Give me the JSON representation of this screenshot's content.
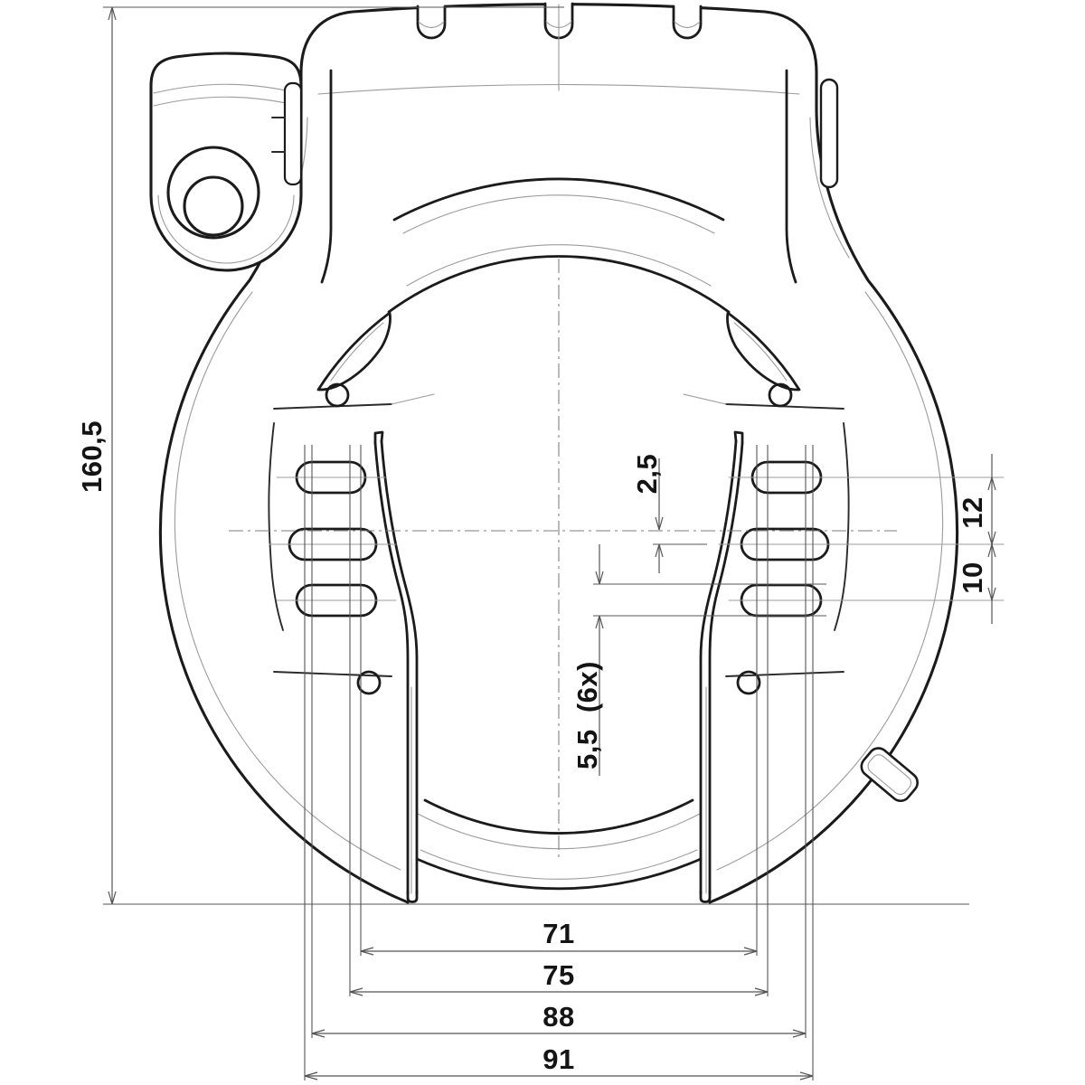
{
  "drawing": {
    "type": "technical-drawing",
    "subject": "bicycle frame ring lock, front view with mounting dimensions",
    "units": "mm",
    "parts": [
      "lock-body",
      "key-cylinder",
      "mounting-slots",
      "shackle-channel",
      "mounting-legs"
    ],
    "colors": {
      "background": "#ffffff",
      "outline": "#1b1b1b",
      "thin_edge": "#9b9b9b",
      "dimension_lines": "#555555",
      "dimension_text": "#141414"
    },
    "dimensions": {
      "overall_height": {
        "label": "160,5",
        "value": 160.5,
        "orientation": "vertical",
        "side": "left"
      },
      "center_offset": {
        "label": "2,5",
        "value": 2.5,
        "orientation": "vertical",
        "side": "center"
      },
      "row_gap_upper": {
        "label": "12",
        "value": 12,
        "orientation": "vertical",
        "side": "right"
      },
      "row_gap_lower": {
        "label": "10",
        "value": 10,
        "orientation": "vertical",
        "side": "right"
      },
      "slot_width": {
        "label": "5,5  (6x)",
        "value": 5.5,
        "count": 6,
        "orientation": "vertical",
        "side": "center"
      },
      "width_inner": {
        "label": "71",
        "value": 71,
        "orientation": "horizontal",
        "side": "bottom"
      },
      "width_mid": {
        "label": "75",
        "value": 75,
        "orientation": "horizontal",
        "side": "bottom"
      },
      "width_outer": {
        "label": "88",
        "value": 88,
        "orientation": "horizontal",
        "side": "bottom"
      },
      "width_max": {
        "label": "91",
        "value": 91,
        "orientation": "horizontal",
        "side": "bottom"
      }
    }
  }
}
